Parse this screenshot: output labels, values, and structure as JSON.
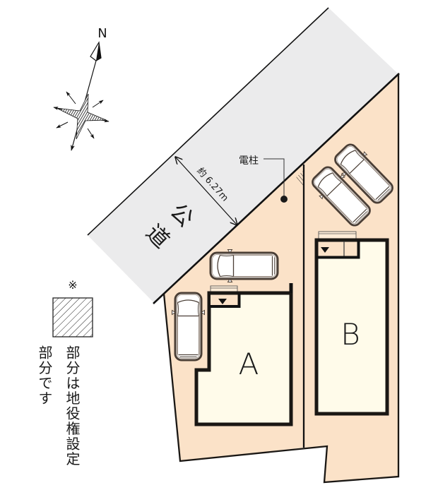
{
  "compass": {
    "north_label": "N"
  },
  "road": {
    "label": "公道",
    "label_chars": [
      "公",
      "道"
    ],
    "width_dimension": "約 6.27m"
  },
  "utility_pole": {
    "label": "電柱"
  },
  "lots": [
    {
      "label": "A",
      "parking_spaces": 2
    },
    {
      "label": "B",
      "parking_spaces": 2
    }
  ],
  "legend": {
    "mark": "※",
    "text_column_1": "部分は地役権設定",
    "text_column_2": "部分です"
  },
  "colors": {
    "road": "#ebebec",
    "lot": "#fbe2c8",
    "building": "#fffbea",
    "outline": "#1a1714"
  }
}
